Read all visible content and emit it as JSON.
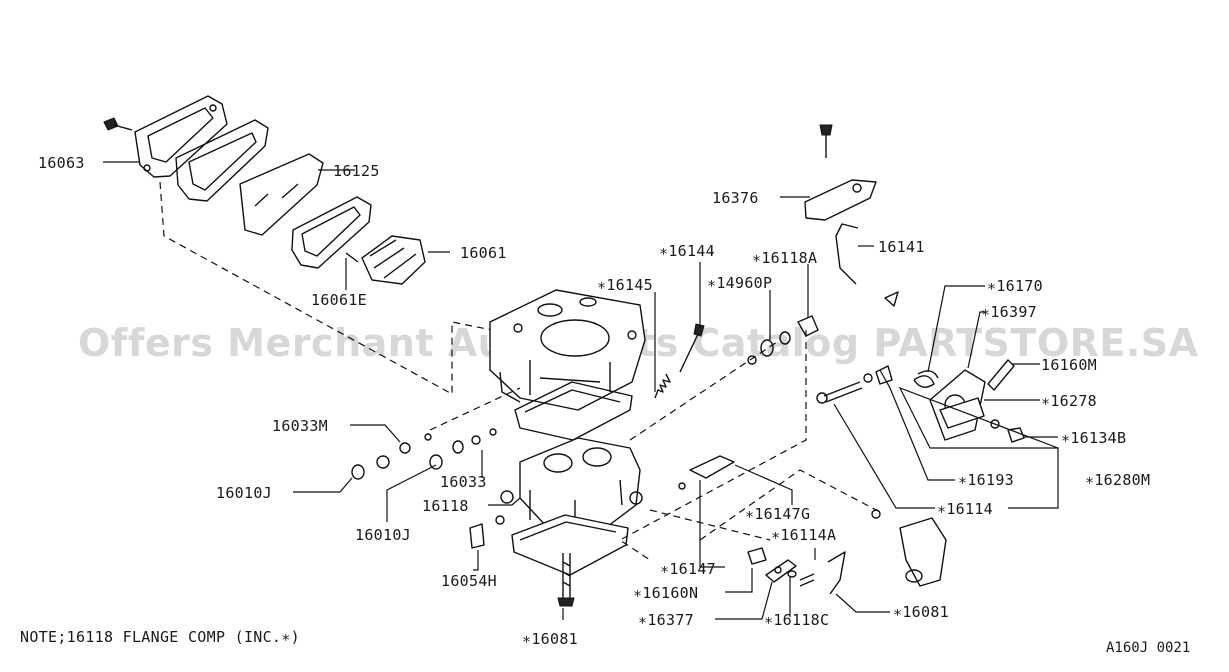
{
  "watermark": "Offers Merchant Auto Parts Catalog PARTSTORE.SA",
  "note": "NOTE;16118 FLANGE COMP (INC.∗)",
  "figure_code": "A160J 0021",
  "labels": {
    "p16063": "16063",
    "p16125": "16125",
    "p16061": "16061",
    "p16061e": "16061E",
    "p16376": "16376",
    "p16141": "16141",
    "p16144": "∗16144",
    "p16118a": "∗16118A",
    "p16145": "∗16145",
    "p14960p": "∗14960P",
    "p16170": "∗16170",
    "p16397": "∗16397",
    "p16160m": "16160M",
    "p16278": "∗16278",
    "p16134b": "∗16134B",
    "p16193": "∗16193",
    "p16280m": "∗16280M",
    "p16114": "∗16114",
    "p16033m": "16033M",
    "p16010j_a": "16010J",
    "p16033": "16033",
    "p16118": "16118",
    "p16010j_b": "16010J",
    "p16147g": "∗16147G",
    "p16114a": "∗16114A",
    "p16054h": "16054H",
    "p16147": "∗16147",
    "p16160n": "∗16160N",
    "p16377": "∗16377",
    "p16118c": "∗16118C",
    "p16081_a": "∗16081",
    "p16081_b": "∗16081"
  }
}
